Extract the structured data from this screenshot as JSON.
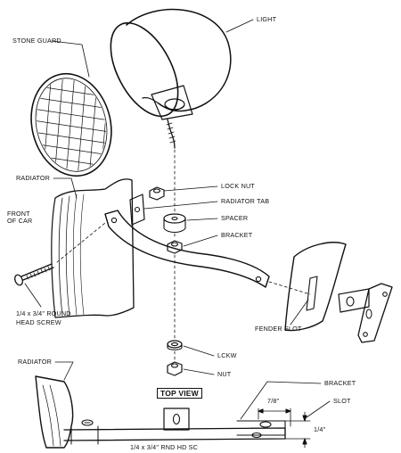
{
  "labels": {
    "light": "LIGHT",
    "stone_guard": "STONE GUARD",
    "radiator_top": "RADIATOR",
    "front_of_car": "FRONT\nOF CAR",
    "lock_nut": "LOCK NUT",
    "radiator_tab": "RADIATOR TAB",
    "spacer": "SPACER",
    "bracket_top": "BRACKET",
    "screw_line1": "1/4 x 3/4\" ROUND",
    "screw_line2": "HEAD SCREW",
    "fender_slot": "FENDER SLOT",
    "lckw": "LCKW",
    "nut": "NUT",
    "radiator_bottom": "RADIATOR",
    "bracket_bottom": "BRACKET",
    "top_view": "TOP VIEW",
    "dim_7_8": "7/8\"",
    "slot": "SLOT",
    "dim_1_4": "1/4\"",
    "rnd_hd_sc": "1/4 x 3/4\" RND HD SC"
  },
  "colors": {
    "ink": "#111111",
    "paper": "#ffffff"
  }
}
